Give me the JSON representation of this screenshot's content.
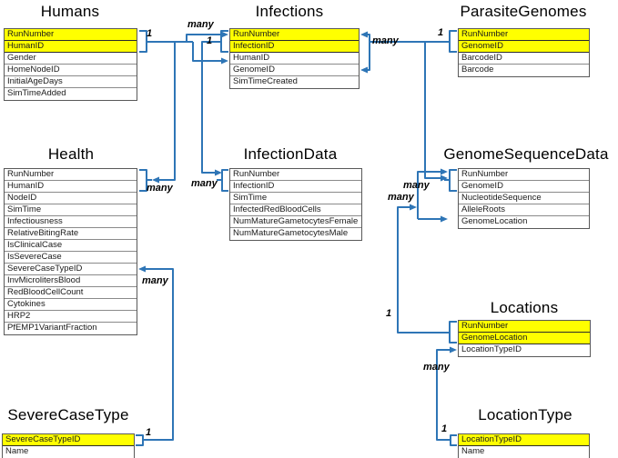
{
  "colors": {
    "connector": "#2E75B6",
    "highlight": "#FFFF00"
  },
  "tables": [
    {
      "id": "humans",
      "title": "Humans",
      "rows": [
        {
          "label": "RunNumber",
          "key": true
        },
        {
          "label": "HumanID",
          "key": true
        },
        {
          "label": "Gender",
          "key": false
        },
        {
          "label": "HomeNodeID",
          "key": false
        },
        {
          "label": "InitialAgeDays",
          "key": false
        },
        {
          "label": "SimTimeAdded",
          "key": false
        }
      ]
    },
    {
      "id": "infections",
      "title": "Infections",
      "rows": [
        {
          "label": "RunNumber",
          "key": true
        },
        {
          "label": "InfectionID",
          "key": true
        },
        {
          "label": "HumanID",
          "key": false
        },
        {
          "label": "GenomeID",
          "key": false
        },
        {
          "label": "SimTimeCreated",
          "key": false
        }
      ]
    },
    {
      "id": "parasite-genomes",
      "title": "ParasiteGenomes",
      "rows": [
        {
          "label": "RunNumber",
          "key": true
        },
        {
          "label": "GenomeID",
          "key": true
        },
        {
          "label": "BarcodeID",
          "key": false
        },
        {
          "label": "Barcode",
          "key": false
        }
      ]
    },
    {
      "id": "health",
      "title": "Health",
      "rows": [
        {
          "label": "RunNumber",
          "key": false
        },
        {
          "label": "HumanID",
          "key": false
        },
        {
          "label": "NodeID",
          "key": false
        },
        {
          "label": "SimTime",
          "key": false
        },
        {
          "label": "Infectiousness",
          "key": false
        },
        {
          "label": "RelativeBitingRate",
          "key": false
        },
        {
          "label": "IsClinicalCase",
          "key": false
        },
        {
          "label": "IsSevereCase",
          "key": false
        },
        {
          "label": "SevereCaseTypeID",
          "key": false
        },
        {
          "label": "InvMicrolitersBlood",
          "key": false
        },
        {
          "label": "RedBloodCellCount",
          "key": false
        },
        {
          "label": "Cytokines",
          "key": false
        },
        {
          "label": "HRP2",
          "key": false
        },
        {
          "label": "PfEMP1VariantFraction",
          "key": false
        }
      ]
    },
    {
      "id": "infection-data",
      "title": "InfectionData",
      "rows": [
        {
          "label": "RunNumber",
          "key": false
        },
        {
          "label": "InfectionID",
          "key": false
        },
        {
          "label": "SimTime",
          "key": false
        },
        {
          "label": "InfectedRedBloodCells",
          "key": false
        },
        {
          "label": "NumMatureGametocytesFemale",
          "key": false
        },
        {
          "label": "NumMatureGametocytesMale",
          "key": false
        }
      ]
    },
    {
      "id": "genome-sequence-data",
      "title": "GenomeSequenceData",
      "rows": [
        {
          "label": "RunNumber",
          "key": false
        },
        {
          "label": "GenomeID",
          "key": false
        },
        {
          "label": "NucleotideSequence",
          "key": false
        },
        {
          "label": "AlleleRoots",
          "key": false
        },
        {
          "label": "GenomeLocation",
          "key": false
        }
      ]
    },
    {
      "id": "locations",
      "title": "Locations",
      "rows": [
        {
          "label": "RunNumber",
          "key": true
        },
        {
          "label": "GenomeLocation",
          "key": true
        },
        {
          "label": "LocationTypeID",
          "key": false
        }
      ]
    },
    {
      "id": "severe-case-type",
      "title": "SevereCaseType",
      "rows": [
        {
          "label": "SevereCaseTypeID",
          "key": true
        },
        {
          "label": "Name",
          "key": false
        }
      ]
    },
    {
      "id": "location-type",
      "title": "LocationType",
      "rows": [
        {
          "label": "LocationTypeID",
          "key": true
        },
        {
          "label": "Name",
          "key": false
        }
      ]
    }
  ],
  "cardinality_labels": [
    {
      "id": "humans-one",
      "text": "1"
    },
    {
      "id": "infections-many-top",
      "text": "many"
    },
    {
      "id": "infections-one",
      "text": "1"
    },
    {
      "id": "infections-many-right",
      "text": "many"
    },
    {
      "id": "parasite-genomes-one",
      "text": "1"
    },
    {
      "id": "health-many",
      "text": "many"
    },
    {
      "id": "infection-data-many",
      "text": "many"
    },
    {
      "id": "gsd-many-inner",
      "text": "many"
    },
    {
      "id": "gsd-many-outer",
      "text": "many"
    },
    {
      "id": "locations-one",
      "text": "1"
    },
    {
      "id": "health-sct-many",
      "text": "many"
    },
    {
      "id": "severe-case-type-one",
      "text": "1"
    },
    {
      "id": "locations-many-bottom",
      "text": "many"
    },
    {
      "id": "location-type-one",
      "text": "1"
    }
  ]
}
